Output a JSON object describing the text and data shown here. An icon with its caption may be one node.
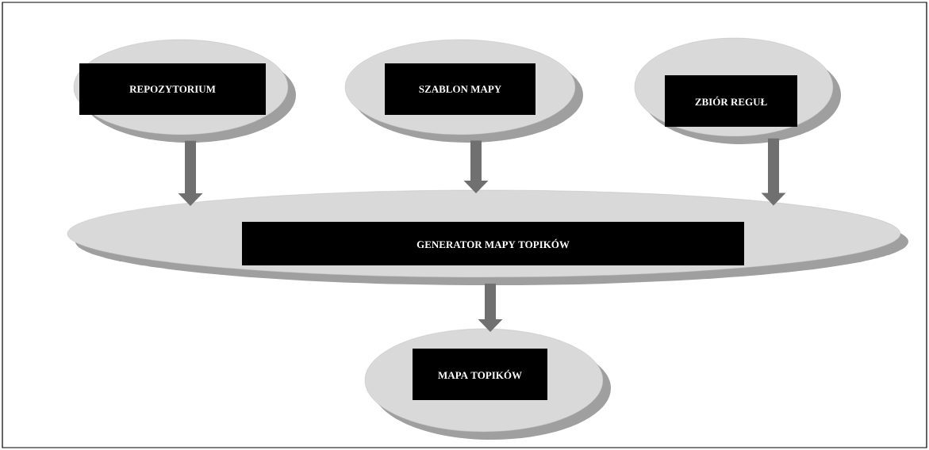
{
  "diagram": {
    "nodes": [
      {
        "text": [],
        "shape": "ellipse"
      },
      {
        "text": [
          "REPOZYTORIUM"
        ],
        "in": 0
      },
      {
        "text": [],
        "shape": "ellipse"
      },
      {
        "text": [
          "SZABLON MAPY"
        ],
        "in": 2
      },
      {
        "text": [],
        "shape": "ellipse"
      },
      {
        "text": [
          "ZBIÓR REGUŁ"
        ],
        "in": 4
      },
      {
        "text": [],
        "shape": "ellipse"
      },
      {
        "text": [
          "GENERATOR MAPY TOPIKÓW"
        ],
        "in": 6
      },
      {
        "text": [],
        "shape": "ellipse"
      },
      {
        "text": [
          "MAPA TOPIKÓW"
        ],
        "in": 8
      }
    ],
    "edges": [
      {
        "from": 0,
        "to": 6,
        "arrow": "to"
      },
      {
        "from": 2,
        "to": 6,
        "arrow": "to"
      },
      {
        "from": 4,
        "to": 6,
        "arrow": "to"
      },
      {
        "from": 6,
        "to": 8,
        "arrow": "to"
      }
    ]
  }
}
